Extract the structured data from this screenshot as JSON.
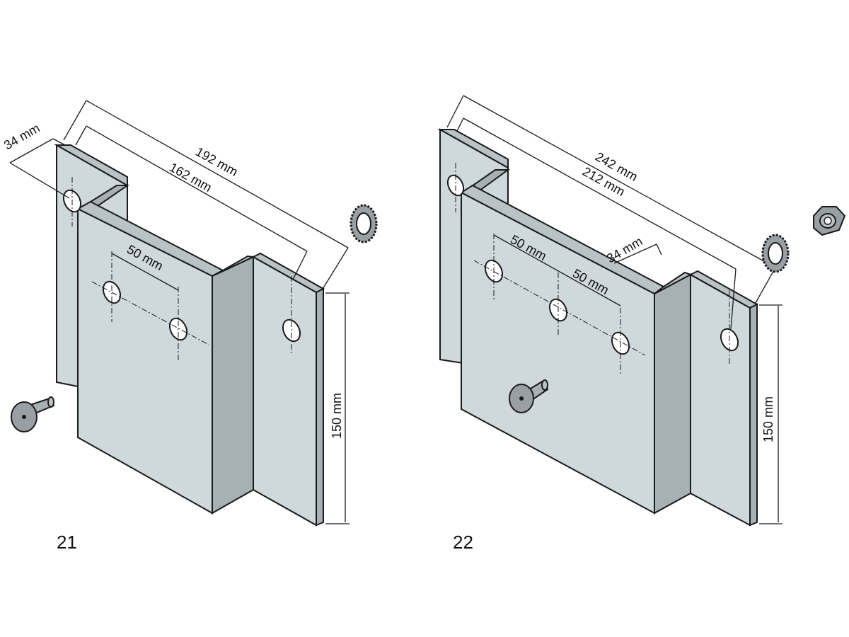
{
  "colors": {
    "face_light": "#cfd8db",
    "face_mid": "#b9c3c6",
    "face_dark": "#a7b0b3",
    "edge": "#1a1a1a",
    "hardware": "#9a9fa3",
    "background": "#ffffff"
  },
  "figure_21": {
    "number": "21",
    "dims": {
      "flange_depth": "34 mm",
      "outer_length": "192 mm",
      "inner_length": "162 mm",
      "hole_spacing": "50 mm",
      "height": "150 mm"
    },
    "hardware": [
      "bolt-icon",
      "serrated-washer-icon"
    ]
  },
  "figure_22": {
    "number": "22",
    "dims": {
      "outer_length": "242 mm",
      "inner_length": "212 mm",
      "hole_spacing_1": "50 mm",
      "hole_spacing_2": "50 mm",
      "flange_depth": "34 mm",
      "height": "150 mm"
    },
    "hardware": [
      "bolt-icon",
      "serrated-washer-icon",
      "hex-nut-icon"
    ]
  }
}
